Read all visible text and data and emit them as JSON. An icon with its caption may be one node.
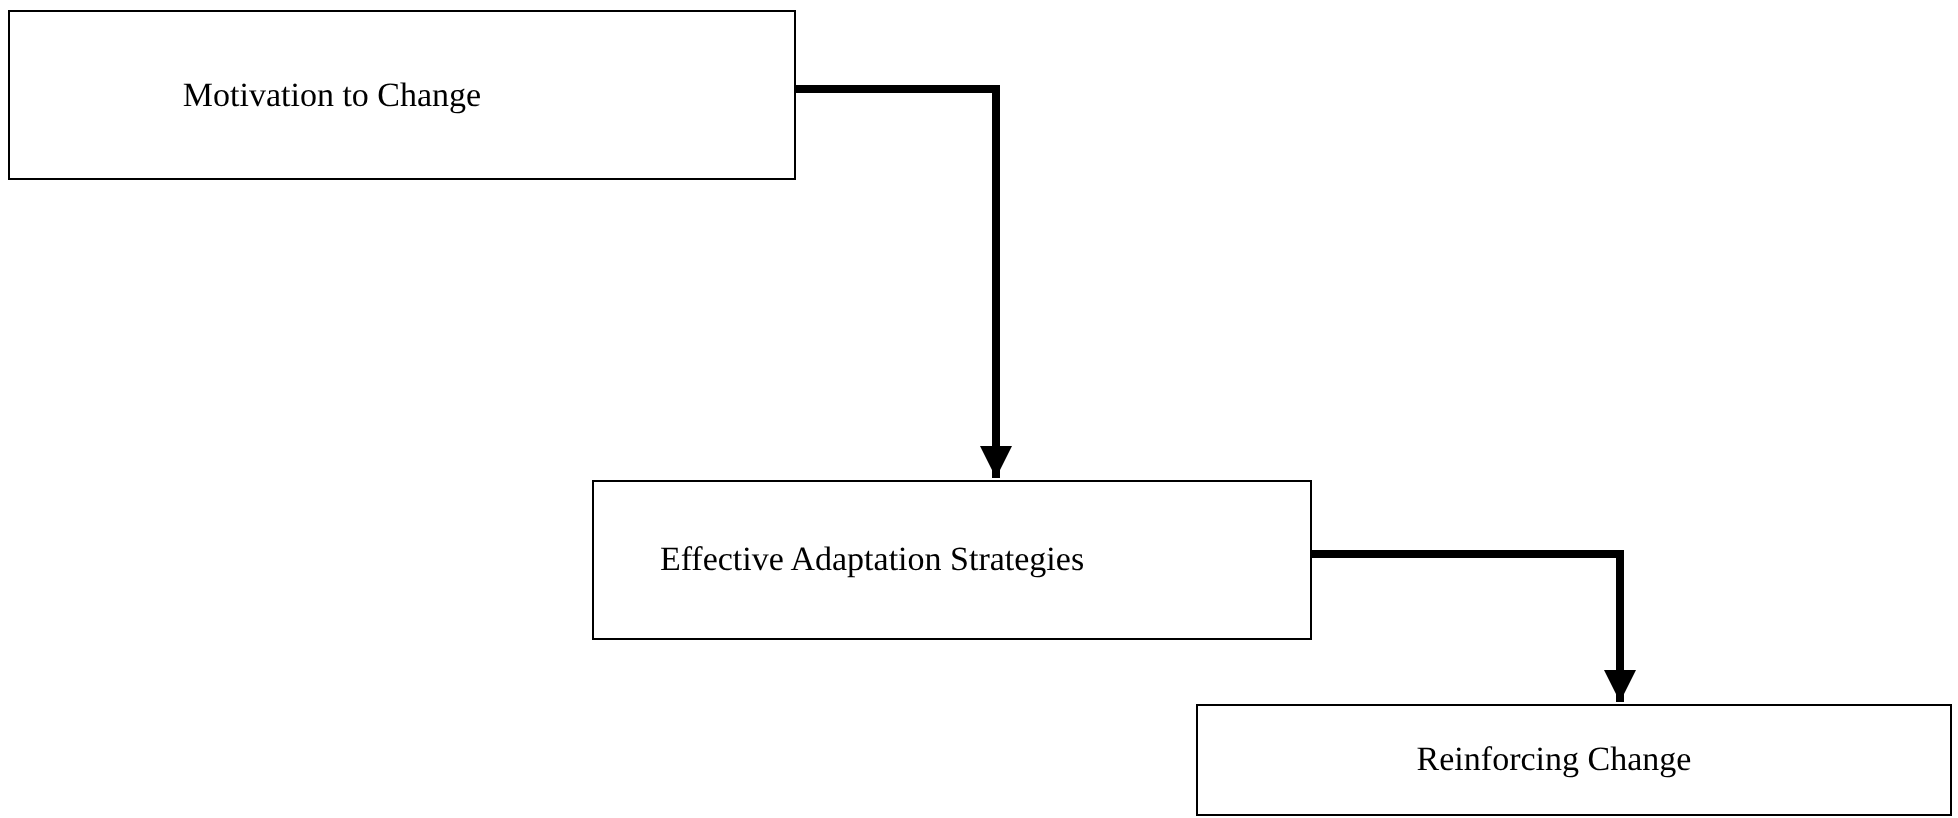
{
  "diagram": {
    "nodes": [
      {
        "text": [
          "Motivation to Change"
        ]
      },
      {
        "text": [
          "Effective Adaptation Strategies"
        ]
      },
      {
        "text": [
          "Reinforcing Change"
        ]
      }
    ],
    "edges": [
      {
        "from": 0,
        "to": 1,
        "arrow": "to"
      },
      {
        "from": 1,
        "to": 2,
        "arrow": "to"
      }
    ]
  }
}
